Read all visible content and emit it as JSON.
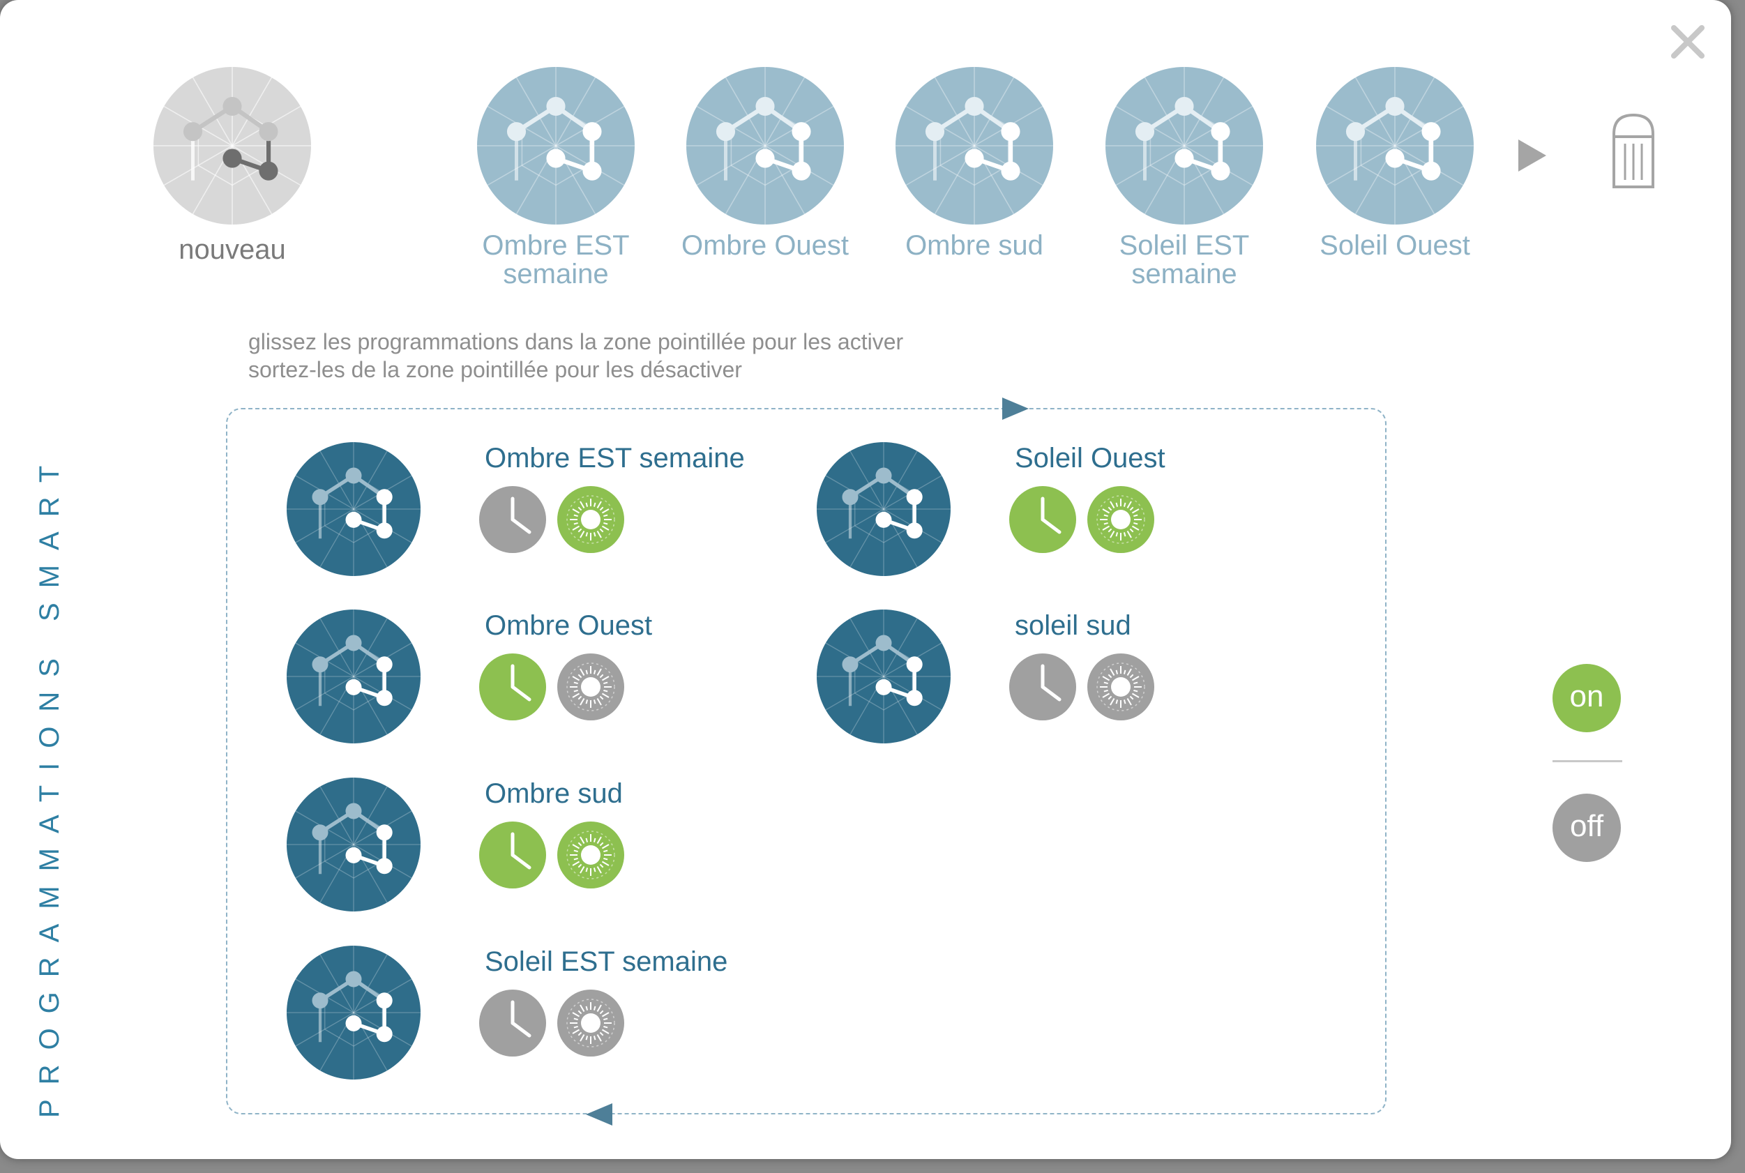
{
  "dialog": {
    "close_icon": "close-icon"
  },
  "colors": {
    "dark_blue": "#2f6d8a",
    "light_blue": "#9bbccc",
    "new_gray": "#d8d8d8",
    "green": "#8dc050",
    "gray": "#a0a0a0",
    "label_blue": "#2e6e8e",
    "title_blue": "#2e7fa3"
  },
  "carousel": {
    "new_label": "nouveau",
    "items": [
      {
        "line1": "Ombre EST",
        "line2": "semaine"
      },
      {
        "line1": "Ombre Ouest",
        "line2": ""
      },
      {
        "line1": "Ombre sud",
        "line2": ""
      },
      {
        "line1": "Soleil EST",
        "line2": "semaine"
      },
      {
        "line1": "Soleil Ouest",
        "line2": ""
      }
    ],
    "next_icon": "play-triangle-icon",
    "trash_icon": "trash-icon"
  },
  "hint": {
    "line1": "glissez les programmations dans la zone pointillée pour les activer",
    "line2": "sortez-les de la zone pointillée pour les désactiver"
  },
  "side_title": "PROGRAMMATIONS SMART",
  "active_programs": [
    {
      "name": "Ombre EST semaine",
      "clock": "inactive",
      "sun": "active"
    },
    {
      "name": "Ombre Ouest",
      "clock": "active",
      "sun": "inactive"
    },
    {
      "name": "Ombre sud",
      "clock": "active",
      "sun": "active"
    },
    {
      "name": "Soleil EST semaine",
      "clock": "inactive",
      "sun": "inactive"
    },
    {
      "name": "Soleil Ouest",
      "clock": "active",
      "sun": "active"
    },
    {
      "name": "soleil sud",
      "clock": "inactive",
      "sun": "inactive"
    }
  ],
  "toggle": {
    "on_label": "on",
    "off_label": "off",
    "state": "on"
  }
}
